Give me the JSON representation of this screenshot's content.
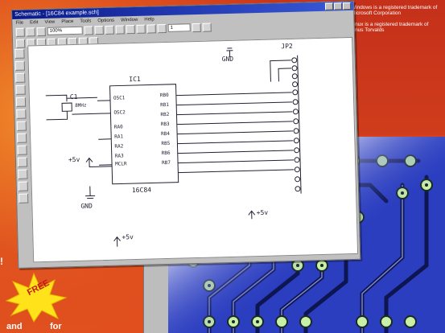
{
  "window": {
    "title": "Schematic - [16C84 example.sch]",
    "menu": [
      "File",
      "Edit",
      "View",
      "Place",
      "Tools",
      "Options",
      "Window",
      "Help"
    ],
    "zoom_value": "100%",
    "sheet_value": "1"
  },
  "schematic": {
    "ic_name": "IC1",
    "ic_part": "16C84",
    "crystal_ref": "C1",
    "crystal_value": "8MHz",
    "gnd_top": "GND",
    "gnd_left": "GND",
    "connector": "JP2",
    "vcc_left": "+5v",
    "vcc_bottom": "+5v",
    "vcc_mid": "+5v",
    "osc_in": "OSC1",
    "osc_out": "OSC2",
    "mclr": "MCLR",
    "pin_labels_right": [
      "RB0",
      "RB1",
      "RB2",
      "RB3",
      "RB4",
      "RB5",
      "RB6",
      "RB7"
    ],
    "pin_labels_left": [
      "RA0",
      "RA1",
      "RA2",
      "RA3"
    ]
  },
  "info": {
    "line1": "Windows is a registered trademark of Microsoft Corporation",
    "line2": "Linux is a registered trademark of Linus Torvalds"
  },
  "promo": {
    "burst": "FREE",
    "word_and": "and",
    "word_for": "for",
    "bang": "!"
  },
  "colors": {
    "background": "#d83a1b",
    "burst": "#ffe21a",
    "pcb_board": "#2b3ec0",
    "pad": "#c9f0a8"
  }
}
